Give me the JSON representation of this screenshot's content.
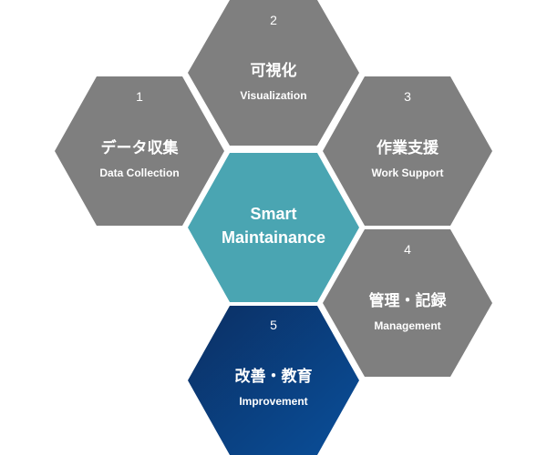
{
  "colors": {
    "gray": "#7f7f7f",
    "teal": "#4aa5b2",
    "navy_start": "#0b2f63",
    "navy_end": "#0a4f9a",
    "text": "#ffffff"
  },
  "center": {
    "line1": "Smart",
    "line2": "Maintainance"
  },
  "hexes": [
    {
      "number": "1",
      "jp": "データ収集",
      "en": "Data Collection"
    },
    {
      "number": "2",
      "jp": "可視化",
      "en": "Visualization"
    },
    {
      "number": "3",
      "jp": "作業支援",
      "en": "Work Support"
    },
    {
      "number": "4",
      "jp": "管理・記録",
      "en": "Management"
    },
    {
      "number": "5",
      "jp": "改善・教育",
      "en": "Improvement"
    }
  ]
}
